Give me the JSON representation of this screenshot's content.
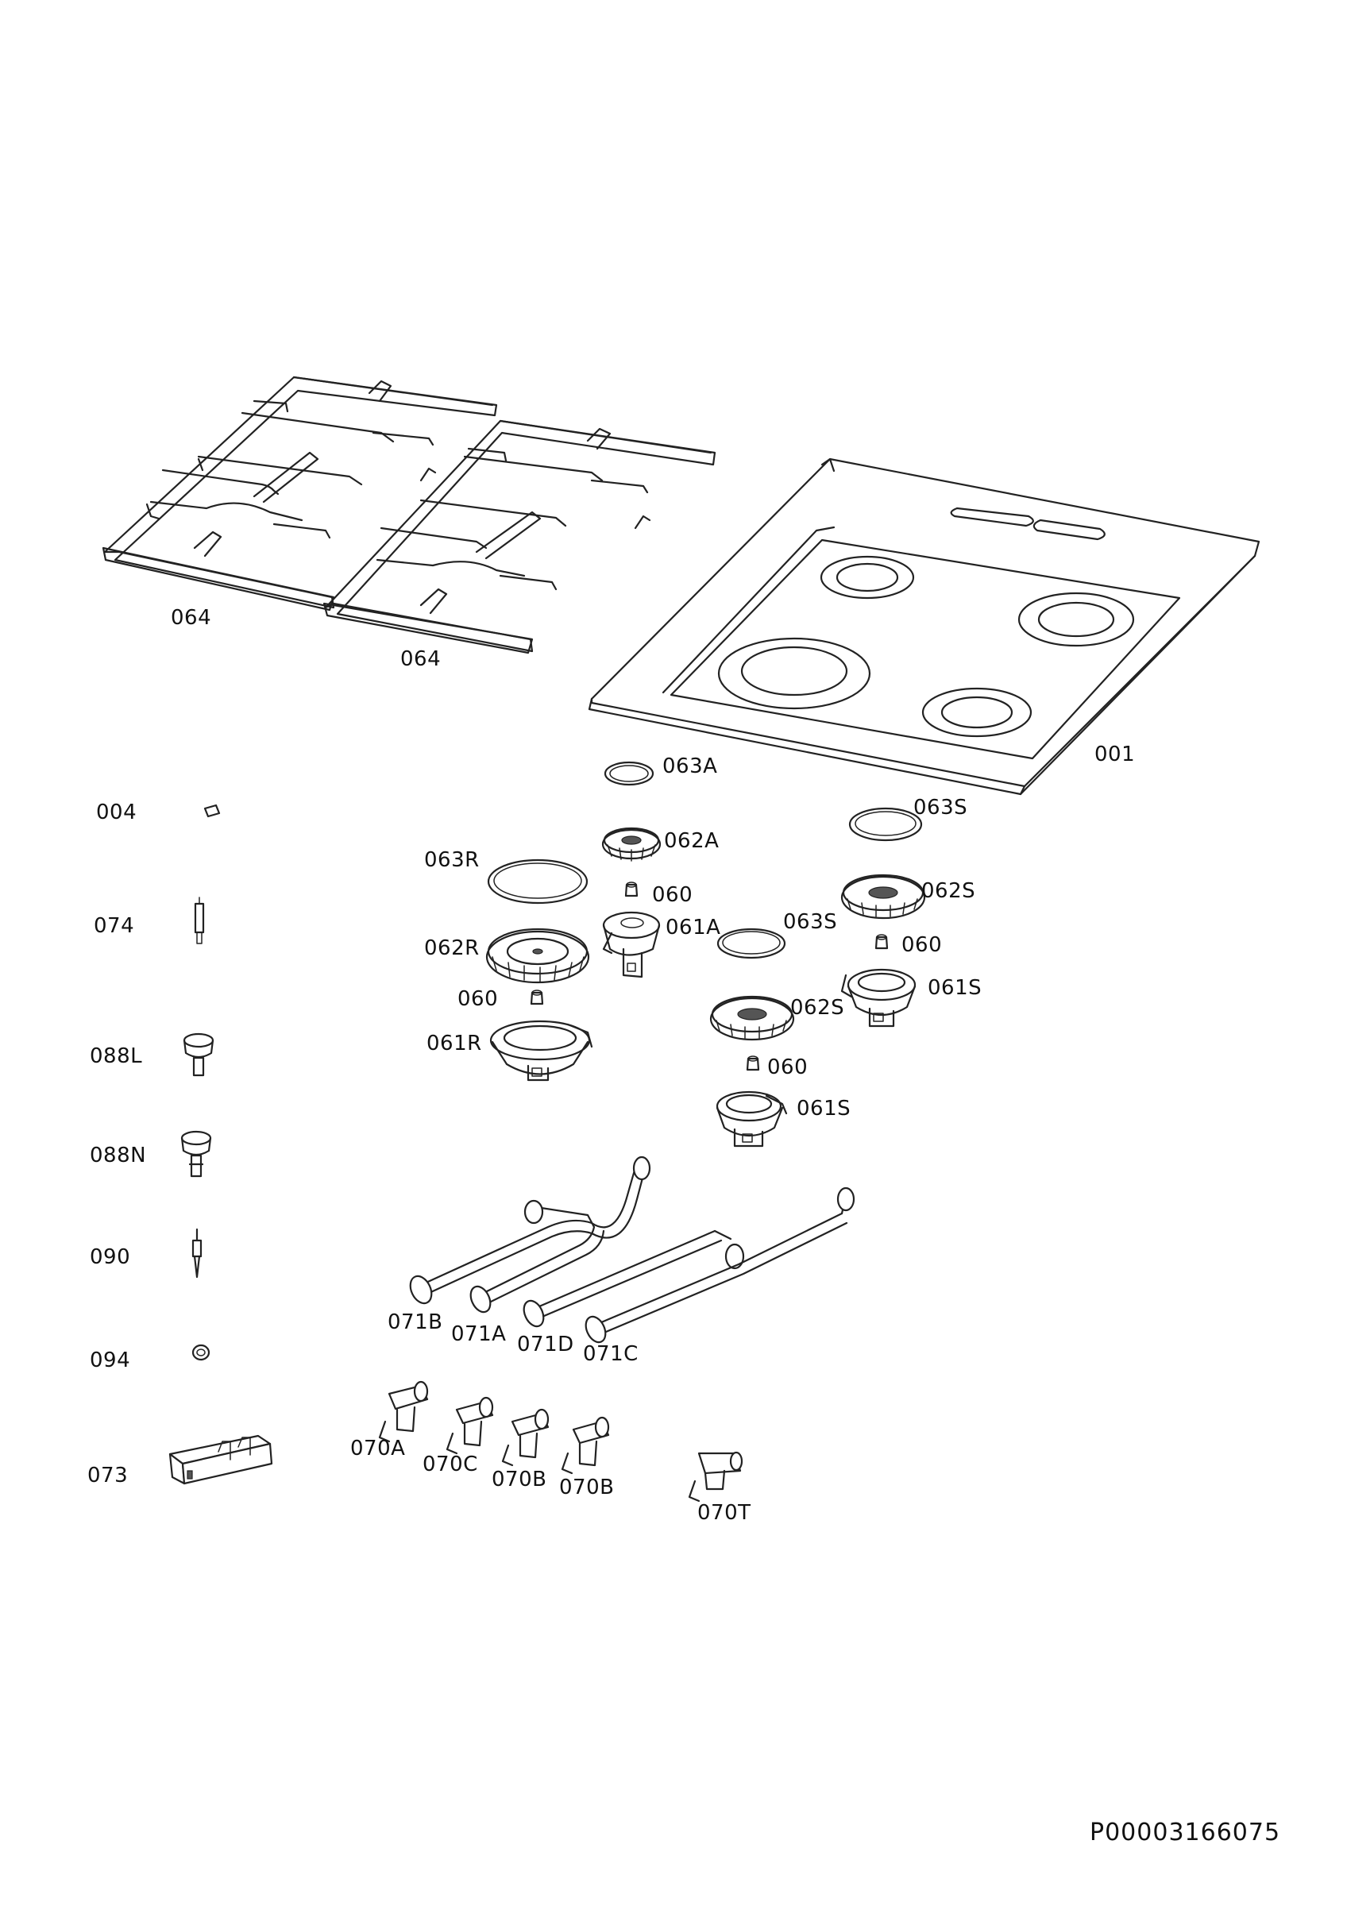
{
  "document_id": "P00003166075",
  "callouts": {
    "grid_left": "064",
    "grid_right": "064",
    "hob_top": "001",
    "cap_063A": "063A",
    "crown_062A": "062A",
    "nozzle_060_a": "060",
    "body_061A": "061A",
    "cap_063R": "063R",
    "crown_062R": "062R",
    "nozzle_060_r": "060",
    "body_061R": "061R",
    "cap_063S_mid": "063S",
    "crown_062S_mid": "062S",
    "nozzle_060_mid": "060",
    "body_061S_mid": "061S",
    "cap_063S_right": "063S",
    "crown_062S_right": "062S",
    "nozzle_060_right": "060",
    "body_061S_right": "061S",
    "pipe_071B": "071B",
    "pipe_071A": "071A",
    "pipe_071D": "071D",
    "pipe_071C": "071C",
    "tap_070A": "070A",
    "tap_070C": "070C",
    "tap_070B_1": "070B",
    "tap_070B_2": "070B",
    "tap_070T": "070T",
    "part_004": "004",
    "part_074": "074",
    "part_088L": "088L",
    "part_088N": "088N",
    "part_090": "090",
    "part_094": "094",
    "part_073": "073"
  }
}
